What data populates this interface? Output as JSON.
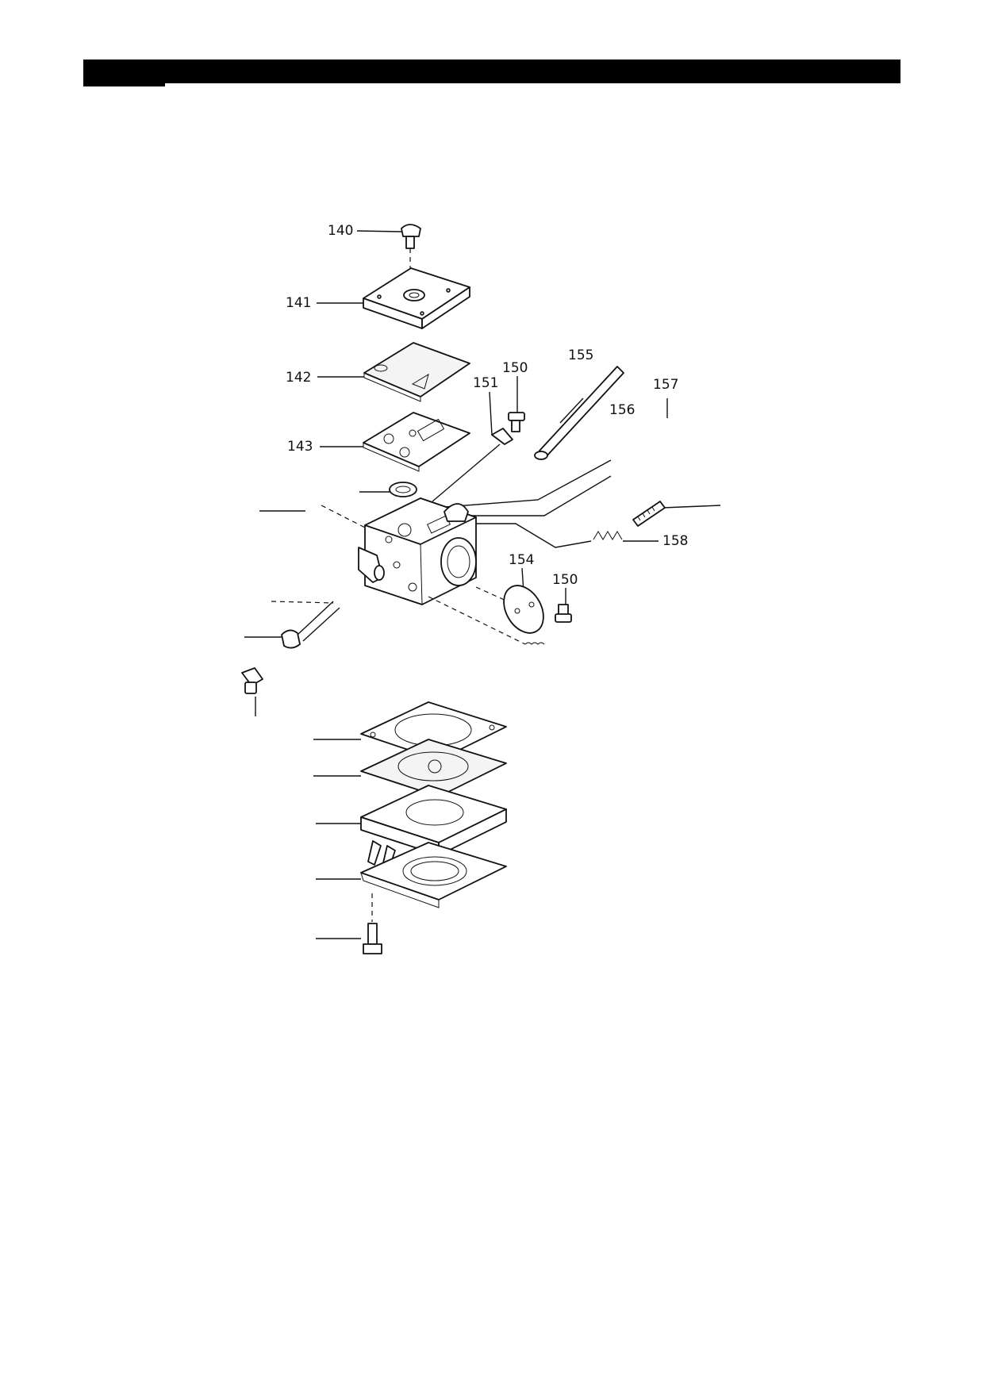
{
  "header_bar": {
    "color": "#000000"
  },
  "diagram": {
    "callouts": [
      {
        "id": "140",
        "text": "140"
      },
      {
        "id": "141",
        "text": "141"
      },
      {
        "id": "142",
        "text": "142"
      },
      {
        "id": "143",
        "text": "143"
      },
      {
        "id": "150a",
        "text": "150"
      },
      {
        "id": "151",
        "text": "151"
      },
      {
        "id": "155",
        "text": "155"
      },
      {
        "id": "156",
        "text": "156"
      },
      {
        "id": "157",
        "text": "157"
      },
      {
        "id": "158",
        "text": "158"
      },
      {
        "id": "154",
        "text": "154"
      },
      {
        "id": "150b",
        "text": "150"
      }
    ]
  }
}
